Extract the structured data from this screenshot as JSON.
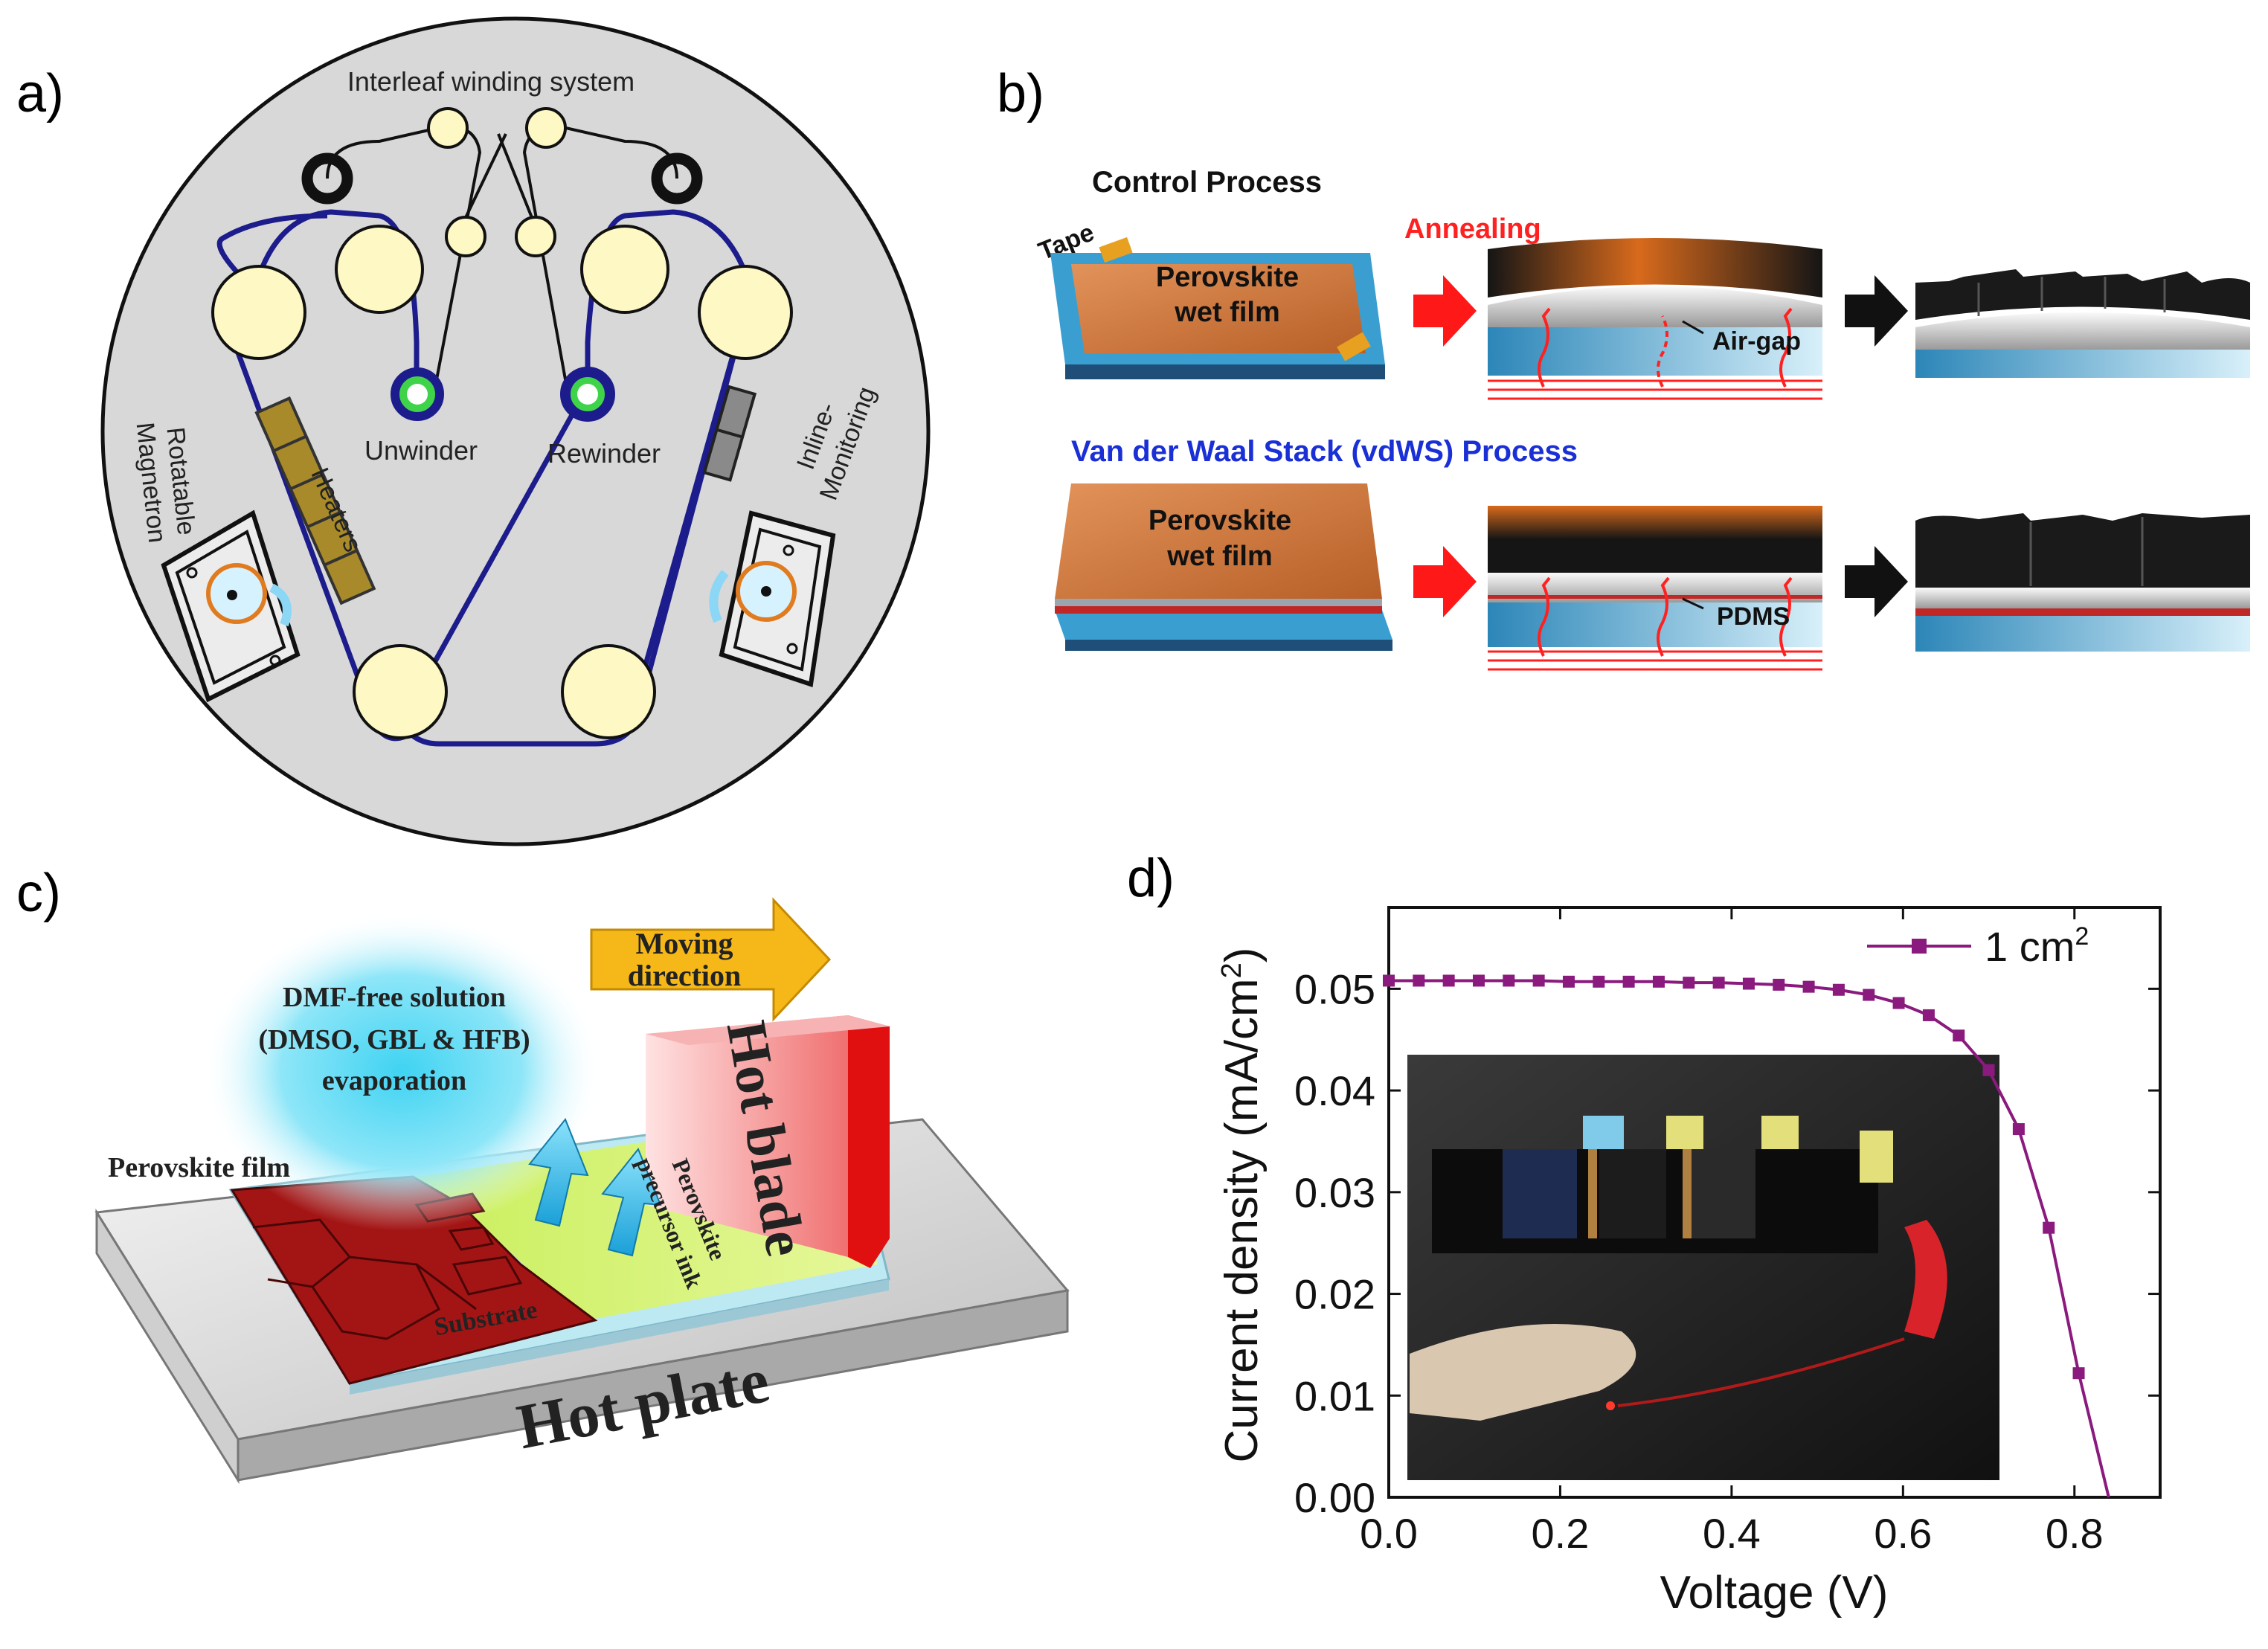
{
  "panel_a": {
    "label": "a)",
    "title": "Interleaf winding system",
    "unwinder": "Unwinder",
    "rewinder": "Rewinder",
    "heaters": "Heaters",
    "magnetron_line1": "Rotatable",
    "magnetron_line2": "Magnetron",
    "monitoring_line1": "Inline-",
    "monitoring_line2": "Monitoring"
  },
  "panel_b": {
    "label": "b)",
    "control_title": "Control Process",
    "tape": "Tape",
    "annealing": "Annealing",
    "film_line1": "Perovskite",
    "film_line2": "wet film",
    "air_gap": "Air-gap",
    "vdws_title": "Van der Waal Stack (vdWS) Process",
    "pdms": "PDMS",
    "colors": {
      "annealing": "#ff2020",
      "vdws_title": "#1a2fd6",
      "film": "#c8713a"
    }
  },
  "panel_c": {
    "label": "c)",
    "moving_line1": "Moving",
    "moving_line2": "direction",
    "solution_line1": "DMF-free solution",
    "solution_line2": "(DMSO, GBL & HFB)",
    "solution_line3": "evaporation",
    "hot_blade": "Hot blade",
    "perovskite_film": "Perovskite film",
    "ink_line1": "Perovskite",
    "ink_line2": "precursor ink",
    "substrate": "Substrate",
    "hot_plate": "Hot plate"
  },
  "panel_d": {
    "label": "d)",
    "legend": "1 cm",
    "legend_sup": "2",
    "ylabel": "Current density (mA/cm",
    "ylabel_sup": "2",
    "ylabel_end": ")",
    "xlabel": "Voltage (V)",
    "color": "#8b1a7e"
  },
  "chart_data": {
    "type": "line",
    "title": "",
    "xlabel": "Voltage (V)",
    "ylabel": "Current density (mA/cm2)",
    "xlim": [
      0.0,
      0.9
    ],
    "ylim": [
      0.0,
      0.058
    ],
    "xticks": [
      "0.0",
      "0.2",
      "0.4",
      "0.6",
      "0.8"
    ],
    "yticks": [
      "0.00",
      "0.01",
      "0.02",
      "0.03",
      "0.04",
      "0.05"
    ],
    "series": [
      {
        "name": "1 cm2",
        "x": [
          0.0,
          0.035,
          0.07,
          0.105,
          0.14,
          0.175,
          0.21,
          0.245,
          0.28,
          0.315,
          0.35,
          0.385,
          0.42,
          0.455,
          0.49,
          0.525,
          0.56,
          0.595,
          0.63,
          0.665,
          0.7,
          0.735,
          0.77,
          0.805,
          0.84
        ],
        "y": [
          0.0508,
          0.0508,
          0.0508,
          0.0508,
          0.0508,
          0.0508,
          0.0507,
          0.0507,
          0.0507,
          0.0507,
          0.0506,
          0.0506,
          0.0505,
          0.0504,
          0.0502,
          0.0499,
          0.0494,
          0.0486,
          0.0474,
          0.0454,
          0.042,
          0.0362,
          0.0265,
          0.0122,
          0.0
        ]
      }
    ]
  }
}
